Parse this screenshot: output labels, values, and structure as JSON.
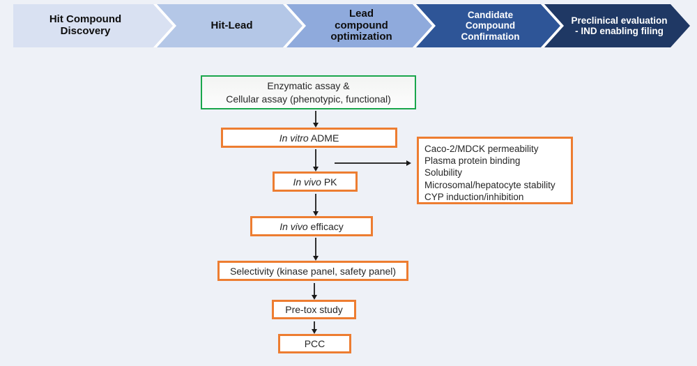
{
  "page": {
    "background": "#eef1f7"
  },
  "pipeline": {
    "stages": [
      {
        "lines": [
          "Hit Compound",
          "Discovery"
        ],
        "fill": "#d9e1f2",
        "text_color": "#0d0d0d"
      },
      {
        "lines": [
          "Hit-Lead"
        ],
        "fill": "#b4c7e7",
        "text_color": "#0d0d0d"
      },
      {
        "lines": [
          "Lead",
          "compound",
          "optimization"
        ],
        "fill": "#8faadc",
        "text_color": "#0d0d0d"
      },
      {
        "lines": [
          "Candidate",
          "Compound",
          "Confirmation"
        ],
        "fill": "#2e5597",
        "text_color": "#ffffff"
      },
      {
        "lines": [
          "Preclinical evaluation",
          "- IND enabling filing"
        ],
        "fill": "#1f3864",
        "text_color": "#ffffff"
      }
    ]
  },
  "flowchart": {
    "assay_box": {
      "line1": "Enzymatic assay &",
      "line2": "Cellular assay (phenotypic, functional)",
      "border_color": "#1aa64c"
    },
    "steps": {
      "adme": {
        "italic": "In vitro",
        "rest": " ADME"
      },
      "pk": {
        "italic": "In vivo",
        "rest": " PK"
      },
      "efficacy": {
        "italic": "In vivo",
        "rest": " efficacy"
      },
      "selectivity": {
        "italic": "",
        "rest": "Selectivity (kinase panel, safety panel)"
      },
      "pretox": {
        "italic": "",
        "rest": "Pre-tox study"
      },
      "pcc": {
        "italic": "",
        "rest": "PCC"
      }
    },
    "detail_box": {
      "lines": [
        "Caco-2/MDCK permeability",
        "Plasma protein binding",
        "Solubility",
        "Microsomal/hepatocyte stability",
        "CYP induction/inhibition"
      ]
    },
    "colors": {
      "orange": "#ed7d31",
      "green": "#1aa64c",
      "arrow": "#303030"
    }
  }
}
